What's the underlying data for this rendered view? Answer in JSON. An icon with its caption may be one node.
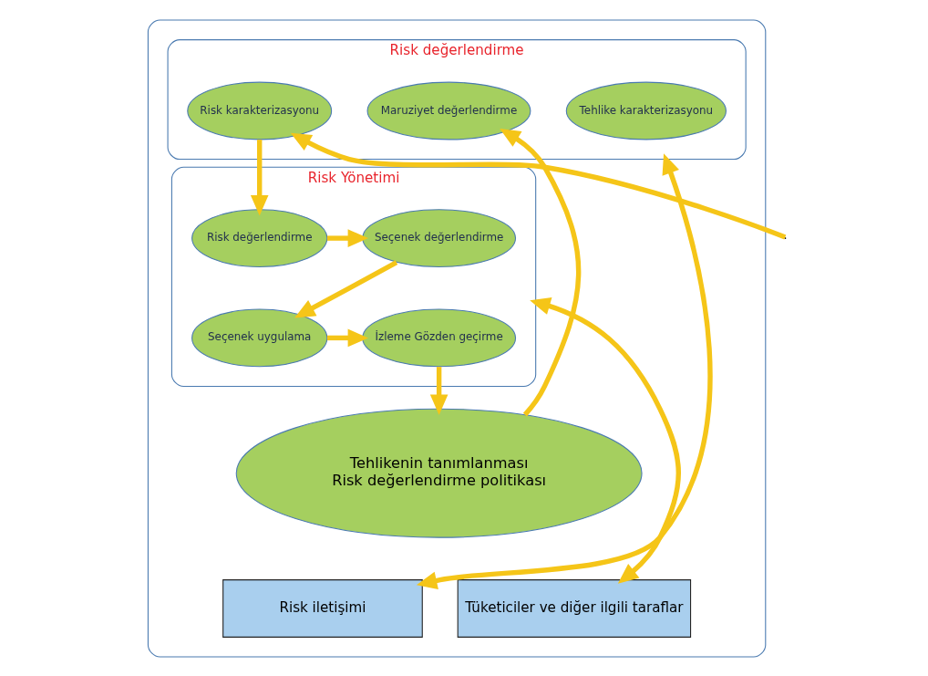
{
  "diagram": {
    "nodes": [
      {
        "text": [],
        "shape": "ellipse"
      },
      {
        "text": [
          "Risk değerlendirme"
        ],
        "in": 0
      },
      {
        "text": [
          "Risk Yönetimi"
        ],
        "in": 0
      },
      {
        "text": [
          "Tehlike karakterizasyonu"
        ],
        "in": 1
      },
      {
        "text": [
          "Risk karakterizasyonu"
        ],
        "in": 1
      },
      {
        "text": [
          "Maruziyet değerlendirme"
        ],
        "in": 1
      },
      {
        "text": [
          "Risk değerlendirme"
        ],
        "in": 2
      },
      {
        "text": [
          "Seçenek değerlendirme"
        ],
        "in": 2
      },
      {
        "text": [
          "Seçenek uygulama"
        ],
        "in": 2
      },
      {
        "text": [
          "İzleme Gözden geçirme"
        ],
        "in": 2
      },
      {
        "text": [
          "Tehlikenin tanımlanması",
          "Risk değerlendirme politikası"
        ],
        "in": 0
      },
      {
        "text": [
          "Risk iletişimi"
        ],
        "in": 0
      },
      {
        "text": [
          "Tüketiciler ve diğer ilgili taraflar"
        ],
        "in": 0
      }
    ],
    "edges": [
      {
        "from": null,
        "to": 4,
        "arrow": "to"
      },
      {
        "from": 4,
        "to": 6,
        "arrow": "to"
      },
      {
        "from": 6,
        "to": 7,
        "arrow": "to"
      },
      {
        "from": 7,
        "to": 8,
        "arrow": "to"
      },
      {
        "from": 8,
        "to": 9,
        "arrow": "to"
      },
      {
        "from": 9,
        "to": 10,
        "arrow": "to"
      },
      {
        "from": 10,
        "to": 5,
        "arrow": "to"
      },
      {
        "from": 11,
        "to": 1,
        "arrow": "both"
      },
      {
        "from": 12,
        "to": 2,
        "arrow": "both"
      }
    ]
  }
}
